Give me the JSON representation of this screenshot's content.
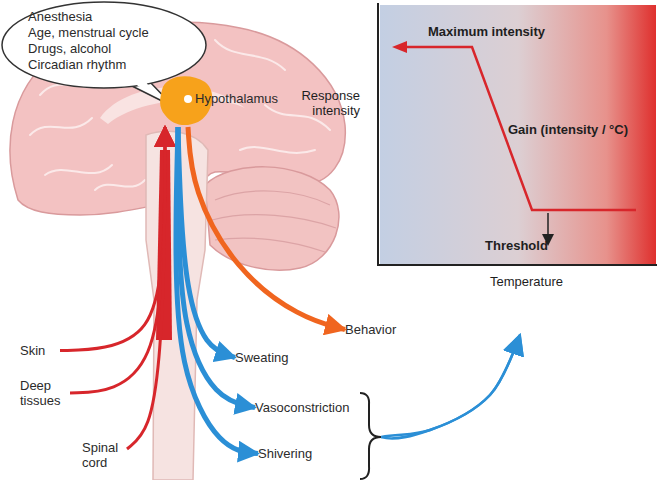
{
  "diagram": {
    "nodes": [
      {
        "text": [
          "Anesthesia",
          "Age, menstrual cycle",
          "Drugs, alcohol",
          "Circadian rhythm"
        ]
      },
      {
        "text": [
          "Hypothalamus"
        ]
      },
      {
        "text": [
          "Maximum intensity",
          "Response intensity",
          "Gain (intensity / °C)",
          "Threshold",
          "Temperature"
        ]
      },
      {
        "text": [
          "Skin"
        ]
      },
      {
        "text": [
          "Deep tissues"
        ]
      },
      {
        "text": [
          "Spinal cord"
        ]
      },
      {
        "text": [
          "Behavior"
        ]
      },
      {
        "text": [
          "Sweating"
        ]
      },
      {
        "text": [
          "Vasoconstriction"
        ]
      },
      {
        "text": [
          "Shivering"
        ]
      }
    ],
    "edges": [
      {
        "from": 3,
        "to": 1,
        "arrow": "to"
      },
      {
        "from": 4,
        "to": 1,
        "arrow": "to"
      },
      {
        "from": 5,
        "to": 1,
        "arrow": "to"
      },
      {
        "from": 1,
        "to": 6,
        "arrow": "to"
      },
      {
        "from": 1,
        "to": 7,
        "arrow": "to"
      },
      {
        "from": 1,
        "to": 8,
        "arrow": "to"
      },
      {
        "from": 1,
        "to": 9,
        "arrow": "to"
      },
      {
        "from": 8,
        "to": 2,
        "arrow": "to"
      },
      {
        "from": 9,
        "to": 2,
        "arrow": "to"
      }
    ]
  }
}
